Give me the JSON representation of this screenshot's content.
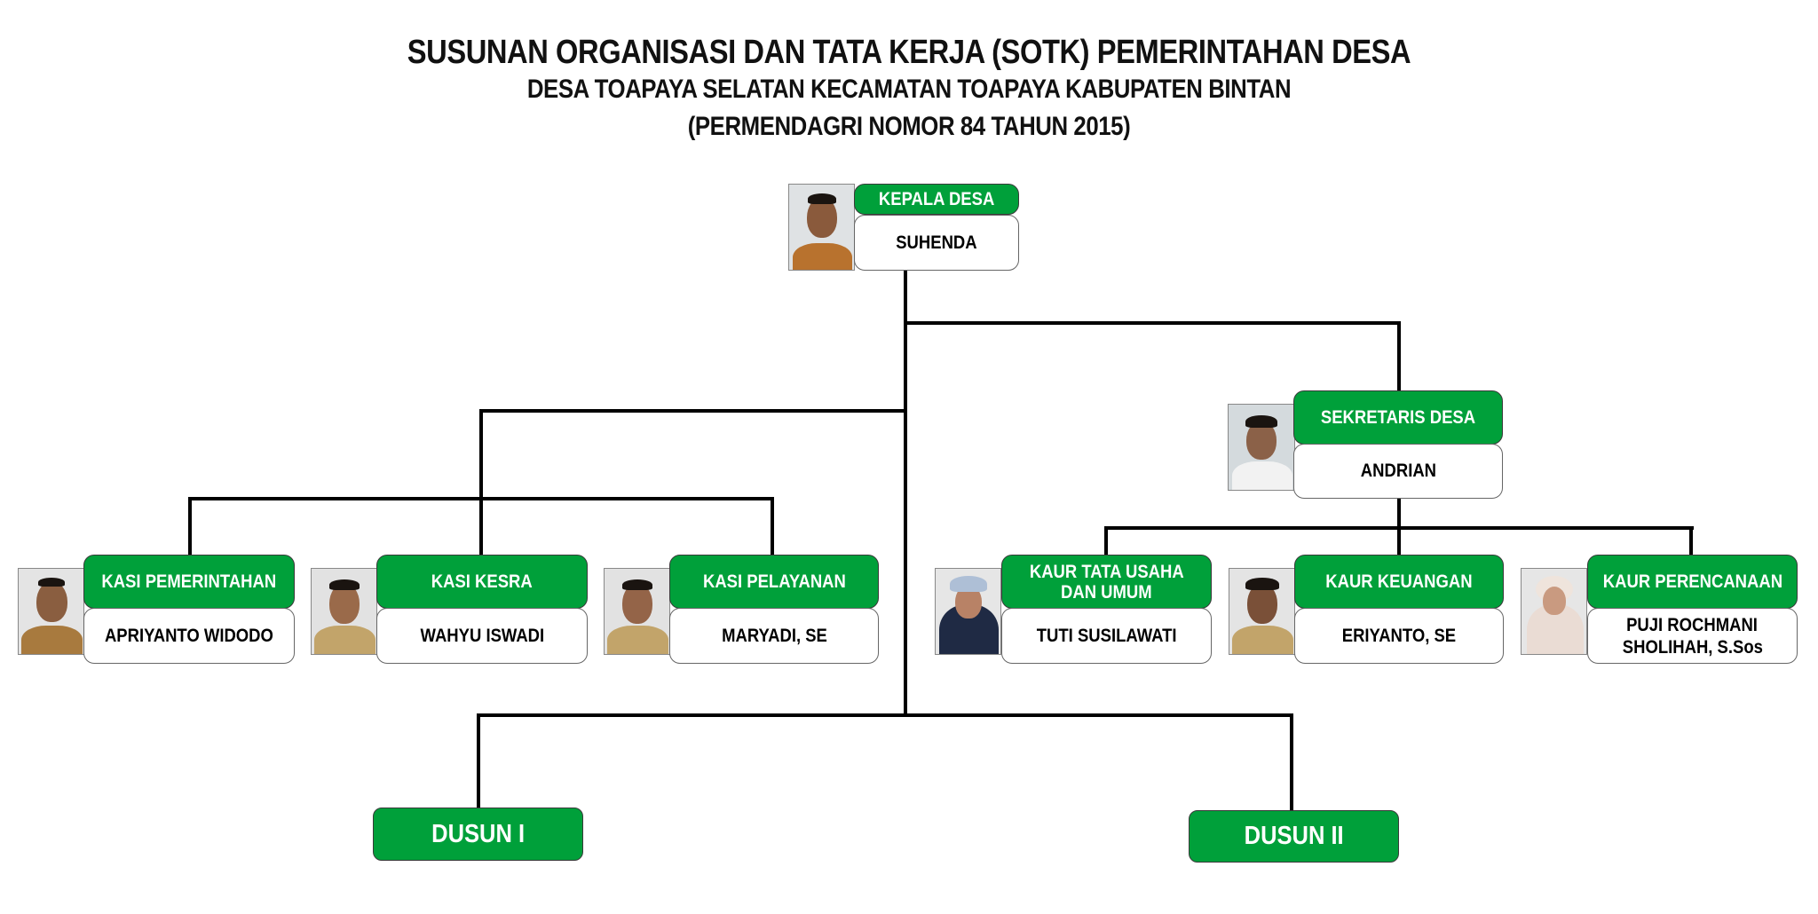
{
  "header": {
    "title": "SUSUNAN ORGANISASI DAN TATA KERJA (SOTK) PEMERINTAHAN DESA",
    "subtitle": "DESA TOAPAYA SELATAN KECAMATAN TOAPAYA KABUPATEN BINTAN",
    "regulation": "(PERMENDAGRI NOMOR 84 TAHUN 2015)"
  },
  "colors": {
    "role_green": "#00a03a",
    "line": "#000000",
    "name_bg": "#ffffff"
  },
  "kepala": {
    "role": "KEPALA DESA",
    "name": "SUHENDA",
    "photo": "person-photo"
  },
  "sekretaris": {
    "role": "SEKRETARIS DESA",
    "name": "ANDRIAN",
    "photo": "person-photo"
  },
  "kasi": [
    {
      "role": "KASI PEMERINTAHAN",
      "name": "APRIYANTO WIDODO",
      "photo": "person-photo"
    },
    {
      "role": "KASI KESRA",
      "name": "WAHYU ISWADI",
      "photo": "person-photo"
    },
    {
      "role": "KASI PELAYANAN",
      "name": "MARYADI, SE",
      "photo": "person-photo"
    }
  ],
  "kaur": [
    {
      "role_line1": "KAUR TATA USAHA",
      "role_line2": "DAN UMUM",
      "name": "TUTI SUSILAWATI",
      "photo": "person-photo"
    },
    {
      "role": "KAUR KEUANGAN",
      "name": "ERIYANTO, SE",
      "photo": "person-photo"
    },
    {
      "role": "KAUR PERENCANAAN",
      "name_line1": "PUJI ROCHMANI",
      "name_line2": "SHOLIHAH, S.Sos",
      "photo": "person-photo"
    }
  ],
  "dusun": [
    {
      "label": "DUSUN I"
    },
    {
      "label": "DUSUN II"
    }
  ]
}
